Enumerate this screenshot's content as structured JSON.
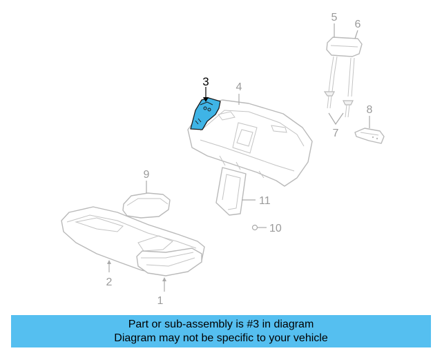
{
  "callouts": {
    "c1": "1",
    "c2": "2",
    "c3": "3",
    "c4": "4",
    "c5": "5",
    "c6": "6",
    "c7": "7",
    "c8": "8",
    "c9": "9",
    "c10": "10",
    "c11": "11"
  },
  "highlight": {
    "part_number": "3",
    "color": "#3fb4e6"
  },
  "banner": {
    "line1": "Part or sub-assembly is #3 in diagram",
    "line2": "Diagram may not be specific to your vehicle",
    "background": "#55bff0"
  }
}
